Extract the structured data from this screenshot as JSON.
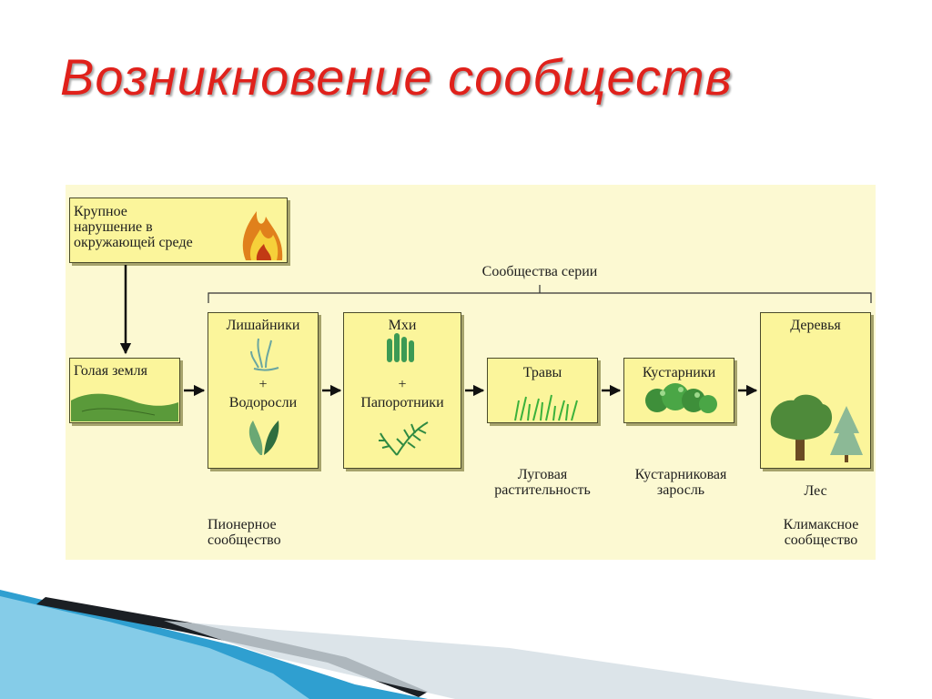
{
  "title": "Возникновение сообществ",
  "disturbance": {
    "label": "Крупное\nнарушение в\nокружающей среде"
  },
  "bare_ground": {
    "label": "Голая земля"
  },
  "series_label": "Сообщества серии",
  "stages": {
    "lichens": {
      "label": "Лишайники"
    },
    "plus1": "+",
    "algae": {
      "label": "Водоросли"
    },
    "mosses": {
      "label": "Мхи"
    },
    "plus2": "+",
    "ferns": {
      "label": "Папоротники"
    },
    "grasses": {
      "label": "Травы"
    },
    "shrubs": {
      "label": "Кустарники"
    },
    "trees": {
      "label": "Деревья"
    }
  },
  "captions": {
    "pioneer": "Пионерное\nсообщество",
    "meadow": "Луговая\nрастительность",
    "thicket": "Кустарниковая\nзаросль",
    "forest": "Лес",
    "climax": "Климаксное\nсообщество"
  },
  "colors": {
    "title": "#e0211b",
    "panel": "#fcf9d2",
    "box": "#fbf59b",
    "accent_blue": "#2f9fd0"
  }
}
